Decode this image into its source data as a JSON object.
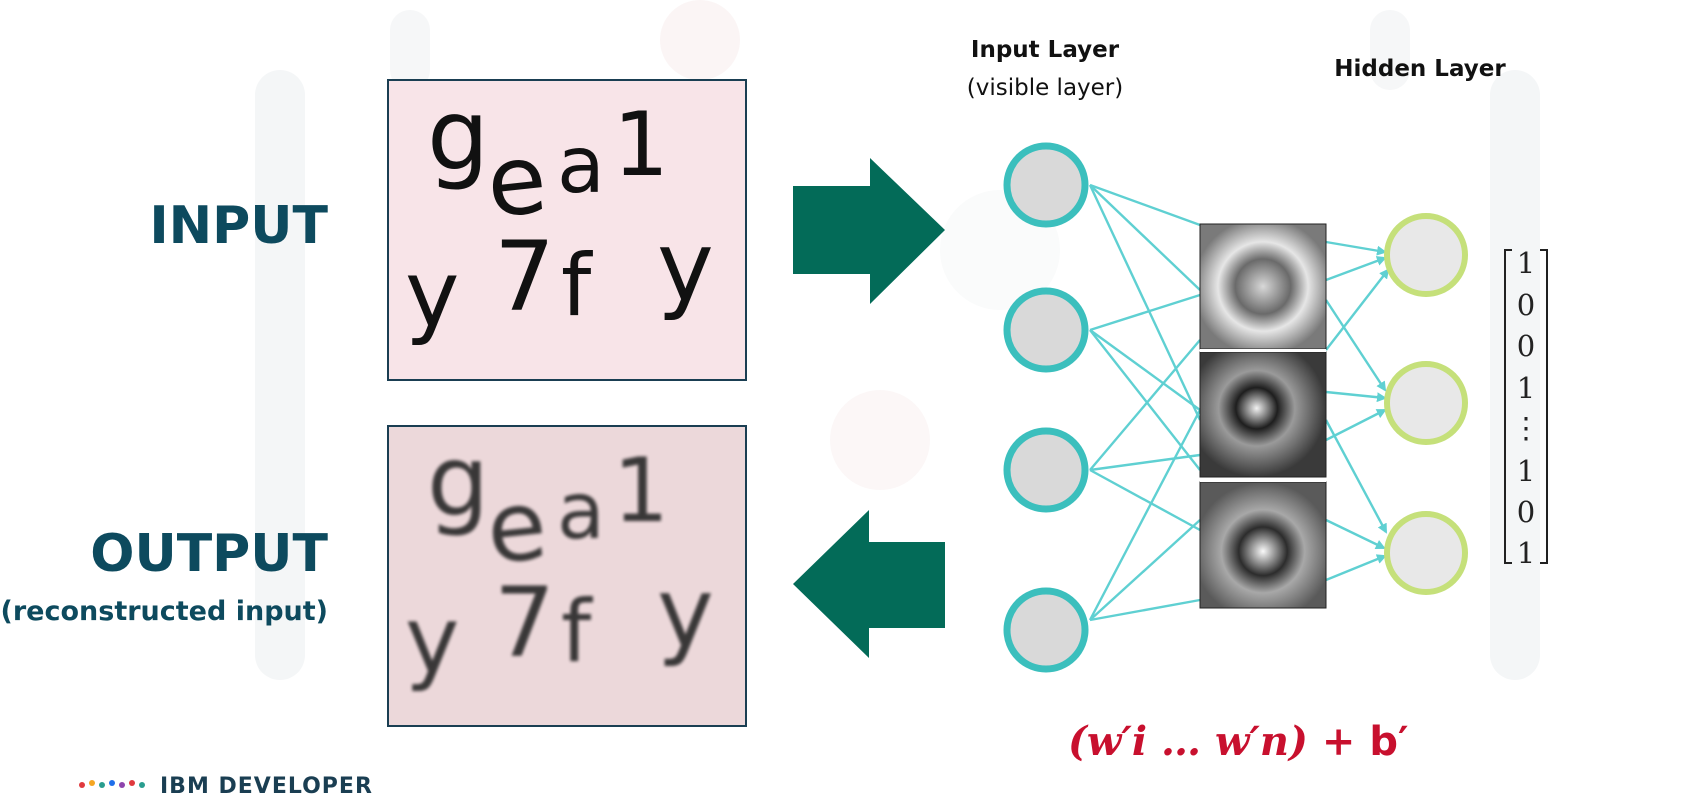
{
  "labels": {
    "input": "INPUT",
    "output": "OUTPUT",
    "output_sub": "(reconstructed input)"
  },
  "captcha_input": {
    "top_row": [
      "g",
      "e",
      "a",
      "1"
    ],
    "bottom_row": [
      "y",
      "7",
      "f",
      "y"
    ]
  },
  "captcha_output": {
    "top_row": [
      "g",
      "e",
      "a",
      "1"
    ],
    "bottom_row": [
      "y",
      "7",
      "f",
      "y"
    ]
  },
  "network": {
    "input_layer_title": "Input Layer",
    "input_layer_sub": "(visible layer)",
    "hidden_layer_title": "Hidden Layer",
    "vector_values": [
      "1",
      "0",
      "0",
      "1",
      "⋮",
      "1",
      "0",
      "1"
    ]
  },
  "formula": {
    "w_part": "(w′i … w′n)",
    "plus": " + ",
    "bias": "b′"
  },
  "footer": {
    "logo_text": "IBM DEVELOPER"
  },
  "colors": {
    "label_teal": "#0d4a5e",
    "arrow_green": "#036b58",
    "visible_node_stroke": "#3bbfbd",
    "hidden_node_stroke": "#c5e07a",
    "edge_color": "#5fd0d2",
    "formula_red": "#c8102e"
  }
}
